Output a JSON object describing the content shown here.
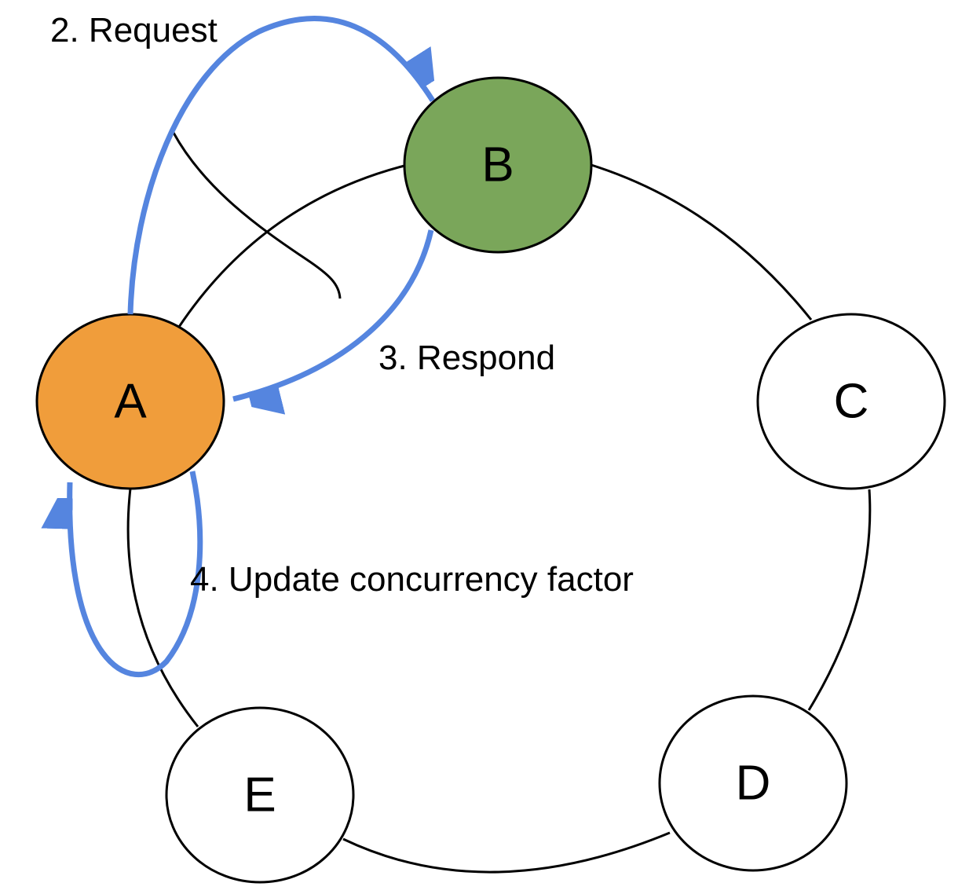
{
  "diagram": {
    "type": "ring-topology",
    "nodes": [
      {
        "id": "A",
        "label": "A",
        "fill": "#f09d3b"
      },
      {
        "id": "B",
        "label": "B",
        "fill": "#7aa65a"
      },
      {
        "id": "C",
        "label": "C",
        "fill": "#ffffff"
      },
      {
        "id": "D",
        "label": "D",
        "fill": "#ffffff"
      },
      {
        "id": "E",
        "label": "E",
        "fill": "#ffffff"
      }
    ],
    "ring_edges": [
      {
        "from": "A",
        "to": "B"
      },
      {
        "from": "B",
        "to": "C"
      },
      {
        "from": "C",
        "to": "D"
      },
      {
        "from": "D",
        "to": "E"
      },
      {
        "from": "E",
        "to": "A"
      }
    ],
    "steps": [
      {
        "id": "request",
        "label": "2. Request",
        "from": "A",
        "to": "B"
      },
      {
        "id": "respond",
        "label": "3. Respond",
        "from": "B",
        "to": "A"
      },
      {
        "id": "update",
        "label": "4. Update concurrency factor",
        "from": "A",
        "to": "A"
      }
    ],
    "colors": {
      "arrow": "#5585df",
      "edge": "#000000",
      "node_border": "#000000",
      "label_text": "#000000",
      "background": "#ffffff"
    }
  }
}
